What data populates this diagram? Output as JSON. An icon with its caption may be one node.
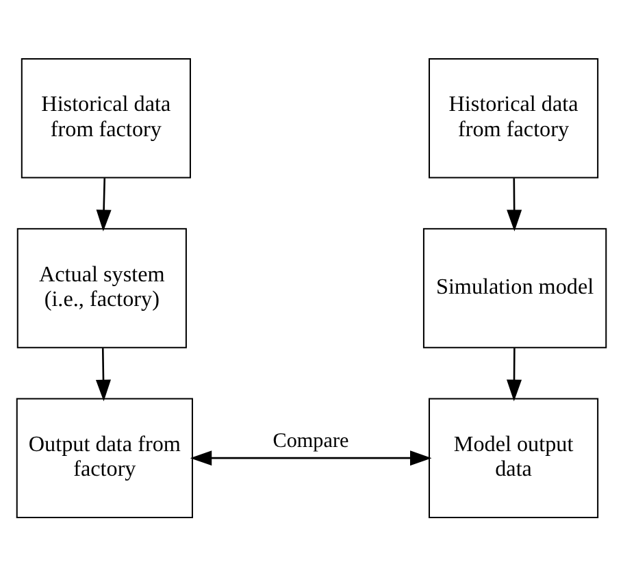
{
  "diagram": {
    "nodes": [
      {
        "text": [
          "Historical data from factory"
        ]
      },
      {
        "text": [
          "Historical data from factory"
        ]
      },
      {
        "text": [
          "Actual system (i.e., factory)"
        ]
      },
      {
        "text": [
          "Simulation model"
        ]
      },
      {
        "text": [
          "Output data from factory"
        ]
      },
      {
        "text": [
          "Model output data"
        ]
      }
    ],
    "edges": [
      {
        "from": 0,
        "to": 2,
        "arrow": "to"
      },
      {
        "from": 2,
        "to": 4,
        "arrow": "to"
      },
      {
        "from": 1,
        "to": 3,
        "arrow": "to"
      },
      {
        "from": 3,
        "to": 5,
        "arrow": "to"
      },
      {
        "from": 4,
        "to": 5,
        "arrow": "both",
        "label": "Compare"
      }
    ]
  }
}
